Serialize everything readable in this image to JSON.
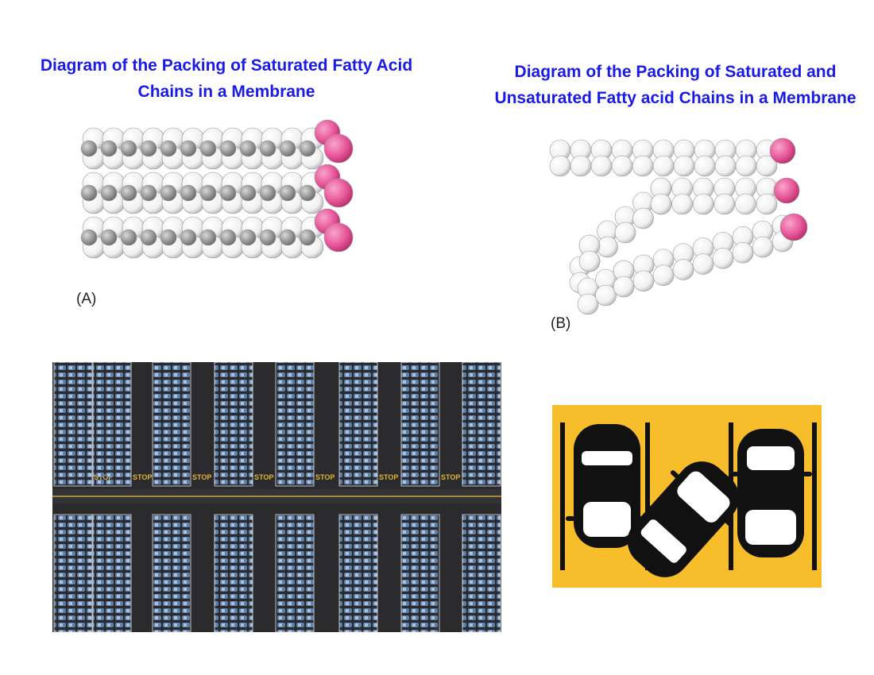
{
  "diagram_a": {
    "title": "Diagram of the Packing of Saturated Fatty Acid Chains in a Membrane",
    "label": "(A)"
  },
  "diagram_b": {
    "title": "Diagram of the Packing of Saturated and Unsaturated Fatty acid Chains in a Membrane",
    "label": "(B)"
  },
  "photo": {
    "stop_marking": "STOP"
  },
  "colors": {
    "title": "#1a1ae6",
    "head_group": "#e8589a",
    "carbon_atom": "#f4f4f4",
    "asphalt": "#2b2b2e",
    "parking_bg": "#f8bd2b"
  },
  "icons": {
    "membrane_a": "saturated-chains-icon",
    "membrane_b": "unsaturated-chains-icon",
    "parking": "parked-cars-icon"
  }
}
